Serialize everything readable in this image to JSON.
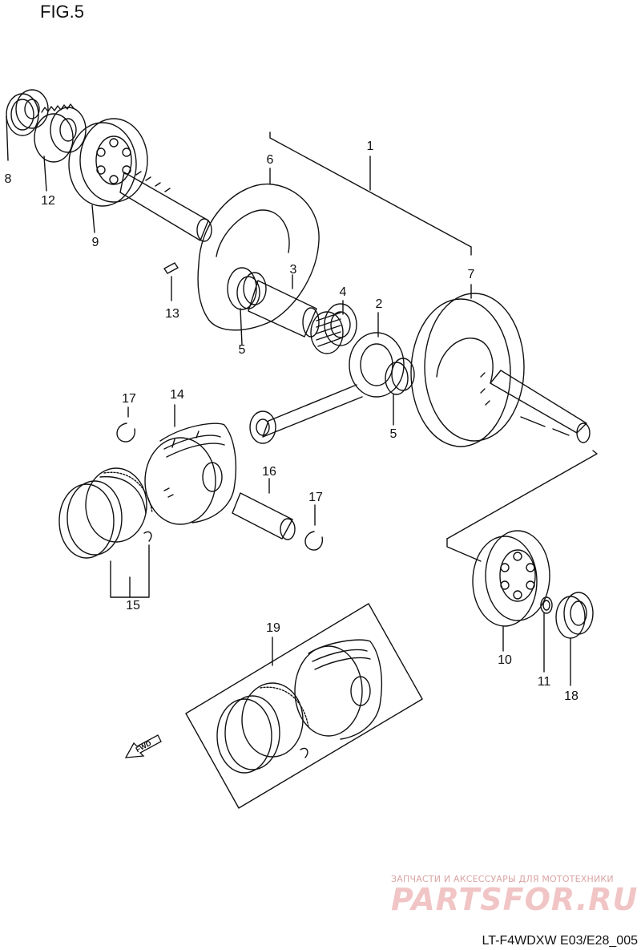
{
  "figure": {
    "title": "FIG.5"
  },
  "callouts": {
    "c1": "1",
    "c2": "2",
    "c3": "3",
    "c4": "4",
    "c5a": "5",
    "c5b": "5",
    "c6": "6",
    "c7": "7",
    "c8": "8",
    "c9": "9",
    "c10": "10",
    "c11": "11",
    "c12": "12",
    "c13": "13",
    "c14": "14",
    "c15": "15",
    "c16": "16",
    "c17a": "17",
    "c17b": "17",
    "c18": "18",
    "c19": "19"
  },
  "fwd": {
    "label": "FWD"
  },
  "footer": {
    "code": "LT-F4WDXW E03/E28_005"
  },
  "watermark": {
    "tagline": "ЗАПЧАСТИ И АКСЕССУАРЫ ДЛЯ МОТОТЕХНИКИ",
    "logo": "PARTSFOR.RU"
  }
}
